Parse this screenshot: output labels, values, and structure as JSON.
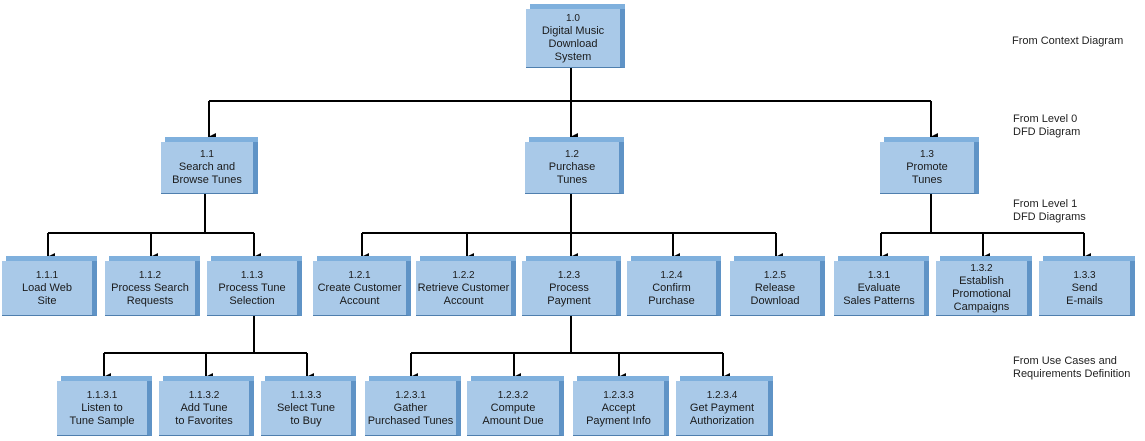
{
  "nodes": {
    "n1_0": {
      "number": "1.0",
      "label1": "Digital Music",
      "label2": "Download",
      "label3": "System"
    },
    "n1_1": {
      "number": "1.1",
      "label1": "Search and",
      "label2": "Browse Tunes"
    },
    "n1_2": {
      "number": "1.2",
      "label1": "Purchase",
      "label2": "Tunes"
    },
    "n1_3": {
      "number": "1.3",
      "label1": "Promote",
      "label2": "Tunes"
    },
    "n1_1_1": {
      "number": "1.1.1",
      "label1": "Load Web",
      "label2": "Site"
    },
    "n1_1_2": {
      "number": "1.1.2",
      "label1": "Process Search",
      "label2": "Requests"
    },
    "n1_1_3": {
      "number": "1.1.3",
      "label1": "Process Tune",
      "label2": "Selection"
    },
    "n1_2_1": {
      "number": "1.2.1",
      "label1": "Create Customer",
      "label2": "Account"
    },
    "n1_2_2": {
      "number": "1.2.2",
      "label1": "Retrieve Customer",
      "label2": "Account"
    },
    "n1_2_3": {
      "number": "1.2.3",
      "label1": "Process",
      "label2": "Payment"
    },
    "n1_2_4": {
      "number": "1.2.4",
      "label1": "Confirm",
      "label2": "Purchase"
    },
    "n1_2_5": {
      "number": "1.2.5",
      "label1": "Release",
      "label2": "Download"
    },
    "n1_3_1": {
      "number": "1.3.1",
      "label1": "Evaluate",
      "label2": "Sales Patterns"
    },
    "n1_3_2": {
      "number": "1.3.2",
      "label1": "Establish",
      "label2": "Promotional",
      "label3": "Campaigns"
    },
    "n1_3_3": {
      "number": "1.3.3",
      "label1": "Send",
      "label2": "E-mails"
    },
    "n1_1_3_1": {
      "number": "1.1.3.1",
      "label1": "Listen to",
      "label2": "Tune Sample"
    },
    "n1_1_3_2": {
      "number": "1.1.3.2",
      "label1": "Add Tune",
      "label2": "to Favorites"
    },
    "n1_1_3_3": {
      "number": "1.1.3.3",
      "label1": "Select Tune",
      "label2": "to Buy"
    },
    "n1_2_3_1": {
      "number": "1.2.3.1",
      "label1": "Gather",
      "label2": "Purchased Tunes"
    },
    "n1_2_3_2": {
      "number": "1.2.3.2",
      "label1": "Compute",
      "label2": "Amount Due"
    },
    "n1_2_3_3": {
      "number": "1.2.3.3",
      "label1": "Accept",
      "label2": "Payment Info"
    },
    "n1_2_3_4": {
      "number": "1.2.3.4",
      "label1": "Get Payment",
      "label2": "Authorization"
    }
  },
  "notes": {
    "context": {
      "line1": "From Context Diagram"
    },
    "level0": {
      "line1": "From Level 0",
      "line2": "DFD Diagram"
    },
    "level1": {
      "line1": "From Level 1",
      "line2": "DFD Diagrams"
    },
    "usecases": {
      "line1": "From Use Cases and",
      "line2": "Requirements Definition"
    }
  },
  "colors": {
    "box_fill": "#a9c9e8",
    "box_side": "#5f93c6",
    "box_top": "#7fb0dd",
    "line": "#000000"
  }
}
